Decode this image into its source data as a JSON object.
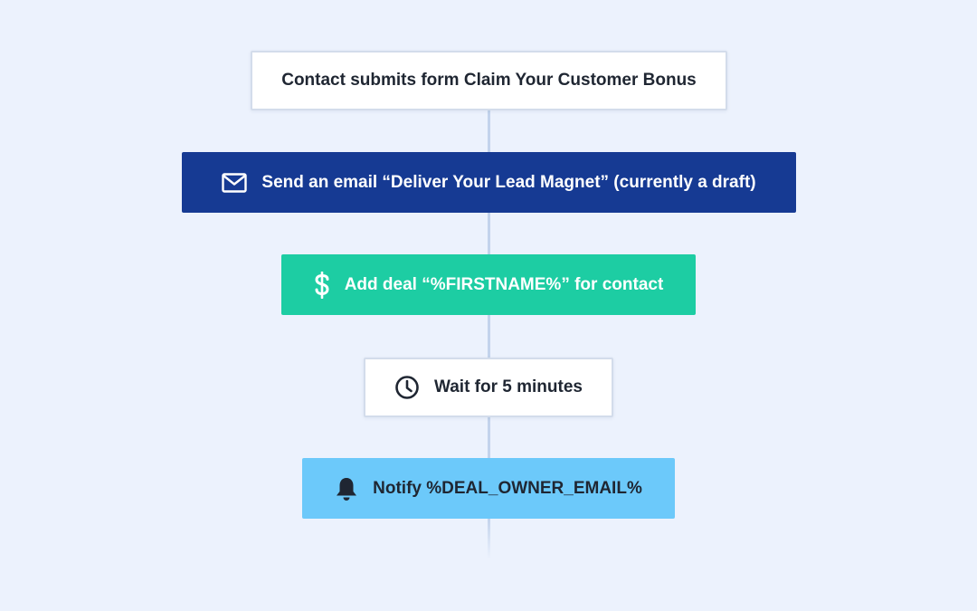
{
  "workflow": {
    "steps": [
      {
        "label": "Contact submits form Claim Your Customer Bonus",
        "icon": "none",
        "color": "#ffffff"
      },
      {
        "label": "Send an email “Deliver Your Lead Magnet” (currently a draft)",
        "icon": "envelope-icon",
        "color": "#163a93"
      },
      {
        "label": "Add deal “%FIRSTNAME%” for contact",
        "icon": "dollar-icon",
        "color": "#1dcda3"
      },
      {
        "label": "Wait for 5 minutes",
        "icon": "clock-icon",
        "color": "#ffffff"
      },
      {
        "label": "Notify %DEAL_OWNER_EMAIL%",
        "icon": "bell-icon",
        "color": "#6cc9fa"
      }
    ],
    "connector_color": "#c3d3ec",
    "background": "#ecf2fd"
  }
}
